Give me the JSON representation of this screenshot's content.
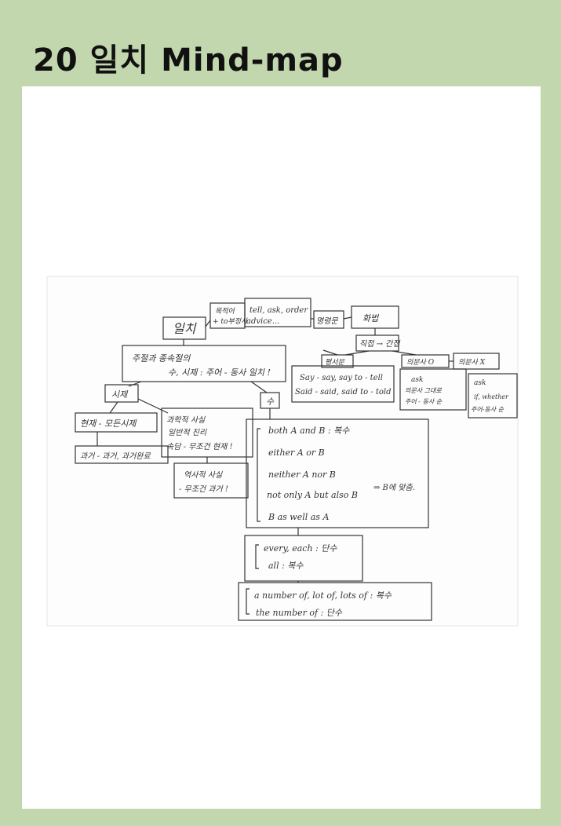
{
  "title": "20 일치 Mind-map",
  "nodes": {
    "root": "일치",
    "purpose": [
      "목적어",
      "+ to부정사"
    ],
    "verbs": [
      "tell, ask, order",
      "advice..."
    ],
    "imperative": "명령문",
    "narration": "화법",
    "direct_indirect": "직접 → 간접",
    "declarative": "평서문",
    "declarative_rules": [
      "Say - say, say to - tell",
      "Said - said, said to - told"
    ],
    "interrog_yes": "의문사 O",
    "interrog_yes_rules": [
      "ask",
      "의문사 그대로",
      "주어 - 동사 순"
    ],
    "interrog_no": "의문사 X",
    "interrog_no_rules": [
      "ask",
      "if, whether",
      "주어-동사 순"
    ],
    "subject_verb": [
      "주절과 종속절의",
      "수, 시제 : 주어 - 동사 일치 !"
    ],
    "tense": "시제",
    "number": "수",
    "present": "현재 - 모든시제",
    "past": "과거 - 과거, 과거완료",
    "facts": [
      "과학적 사실",
      "일반적 진리",
      "속담 - 무조건 현재 !"
    ],
    "history": [
      "역사적 사실",
      "- 무조건 과거 !"
    ],
    "number_rules": [
      "both A and B : 복수",
      "either A or B",
      "neither A nor B",
      "not only A but also B",
      "B as well as A"
    ],
    "b_note": "⇒ B에 맞춤.",
    "every_rules": [
      "every, each : 단수",
      "all        : 복수"
    ],
    "number_of": [
      "a number of, lot of, lots of : 복수",
      "the number of  : 단수"
    ]
  }
}
